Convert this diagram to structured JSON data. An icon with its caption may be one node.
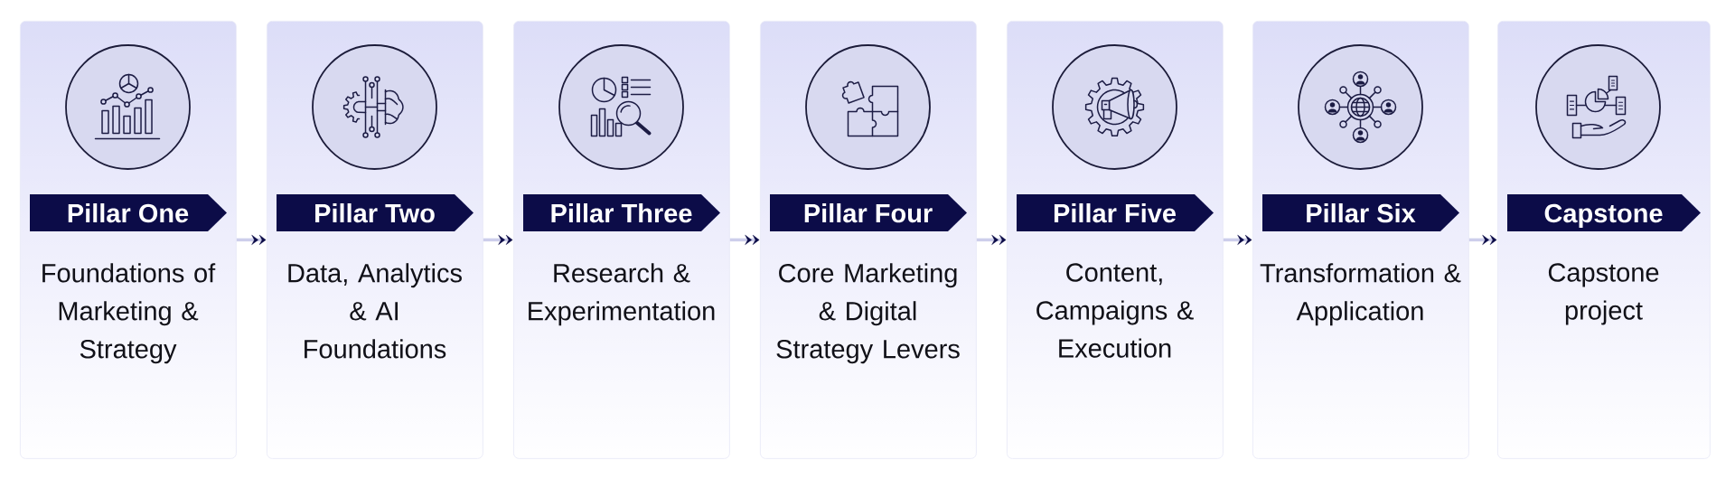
{
  "diagram": {
    "nodes": [
      {
        "text": [
          "Foundations of Marketing & Strategy"
        ]
      },
      {
        "text": [
          "Pillar One"
        ],
        "in": 0
      },
      {
        "text": [
          "Data, Analytics & AI Foundations"
        ]
      },
      {
        "text": [
          "Pillar Two"
        ],
        "in": 2
      },
      {
        "text": [
          "Research & Experimentation"
        ]
      },
      {
        "text": [
          "Pillar Three"
        ],
        "in": 4
      },
      {
        "text": [
          "Core Marketing & Digital Strategy Levers"
        ]
      },
      {
        "text": [
          "Pillar Four"
        ],
        "in": 6
      },
      {
        "text": [
          "Content, Campaigns & Execution"
        ]
      },
      {
        "text": [
          "Pillar Five"
        ],
        "in": 8
      },
      {
        "text": [
          "Transformation & Application"
        ]
      },
      {
        "text": [
          "Pillar Six"
        ],
        "in": 10
      },
      {
        "text": [
          "Capstone project"
        ]
      },
      {
        "text": [
          "Capstone"
        ],
        "in": 12
      }
    ],
    "edges": [
      {
        "from": 0,
        "to": 2,
        "arrow": "to"
      },
      {
        "from": 2,
        "to": 4,
        "arrow": "to"
      },
      {
        "from": 4,
        "to": 6,
        "arrow": "to"
      },
      {
        "from": 6,
        "to": 8,
        "arrow": "to"
      },
      {
        "from": 8,
        "to": 10,
        "arrow": "to"
      },
      {
        "from": 10,
        "to": 12,
        "arrow": "to"
      }
    ]
  }
}
